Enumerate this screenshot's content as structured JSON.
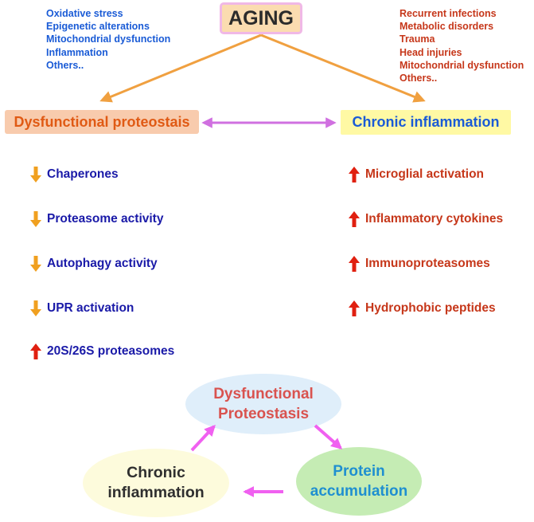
{
  "aging": {
    "title": "AGING"
  },
  "left_factors": [
    "Oxidative stress",
    "Epigenetic alterations",
    "Mitochondrial dysfunction",
    "Inflammation",
    "Others.."
  ],
  "right_factors": [
    "Recurrent infections",
    "Metabolic disorders",
    "Trauma",
    "Head injuries",
    "Mitochondrial dysfunction",
    "Others.."
  ],
  "dysfunctional_proteostasis_label": "Dysfunctional proteostais",
  "chronic_inflammation_label": "Chronic inflammation",
  "left_changes": [
    {
      "label": "Chaperones",
      "direction": "down"
    },
    {
      "label": "Proteasome activity",
      "direction": "down"
    },
    {
      "label": "Autophagy activity",
      "direction": "down"
    },
    {
      "label": "UPR activation",
      "direction": "down"
    },
    {
      "label": "20S/26S proteasomes",
      "direction": "up"
    }
  ],
  "right_changes": [
    {
      "label": "Microglial activation",
      "direction": "up"
    },
    {
      "label": "Inflammatory cytokines",
      "direction": "up"
    },
    {
      "label": "Immunoproteasomes",
      "direction": "up"
    },
    {
      "label": "Hydrophobic peptides",
      "direction": "up"
    }
  ],
  "cycle": {
    "top": [
      "Dysfunctional",
      "Proteostasis"
    ],
    "right": [
      "Protein",
      "accumulation"
    ],
    "left": [
      "Chronic",
      "inflammation"
    ]
  },
  "colors": {
    "down_arrow": "#f0a020",
    "up_arrow": "#e02010",
    "connector_orange": "#f0a040",
    "connector_magenta": "#e060e0",
    "cycle_arrow": "#f060f0"
  }
}
